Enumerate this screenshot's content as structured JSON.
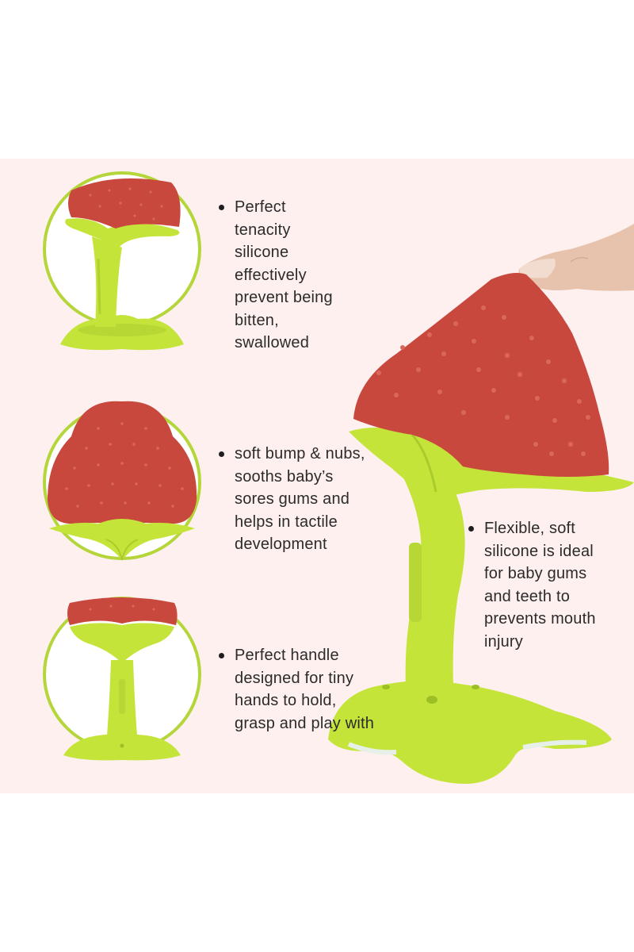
{
  "product": {
    "name": "strawberry silicone teether",
    "colors": {
      "background": "#FDF0EF",
      "page": "#FFFFFF",
      "strawberry_red": "#C9483E",
      "strawberry_seed": "#D9675B",
      "leaf_green": "#C4E43A",
      "leaf_green_shadow": "#A9CC2C",
      "circle_outline": "#B5D63A",
      "text": "#2B2B2B",
      "finger": "#E7C3AE"
    }
  },
  "detail_views": [
    {
      "id": "top-view",
      "label": "strawberry teether side view with stand"
    },
    {
      "id": "front-view",
      "label": "strawberry teether front face close-up"
    },
    {
      "id": "handle-view",
      "label": "strawberry teether handle and base"
    }
  ],
  "features": [
    {
      "id": "tenacity",
      "text": "Perfect\ntenacity\nsilicone\neffectively\nprevent being\nbitten,\nswallowed"
    },
    {
      "id": "bumps",
      "text": "soft bump & nubs,\nsooths baby’s\nsores gums and\nhelps in tactile\ndevelopment"
    },
    {
      "id": "handle",
      "text": "Perfect handle\ndesigned for tiny\nhands to hold,\ngrasp and play with"
    },
    {
      "id": "flexible",
      "text": "Flexible, soft\nsilicone is ideal\nfor baby gums\nand teeth to\nprevents mouth\ninjury"
    }
  ],
  "hero": {
    "label": "large strawberry teether held by finger"
  }
}
